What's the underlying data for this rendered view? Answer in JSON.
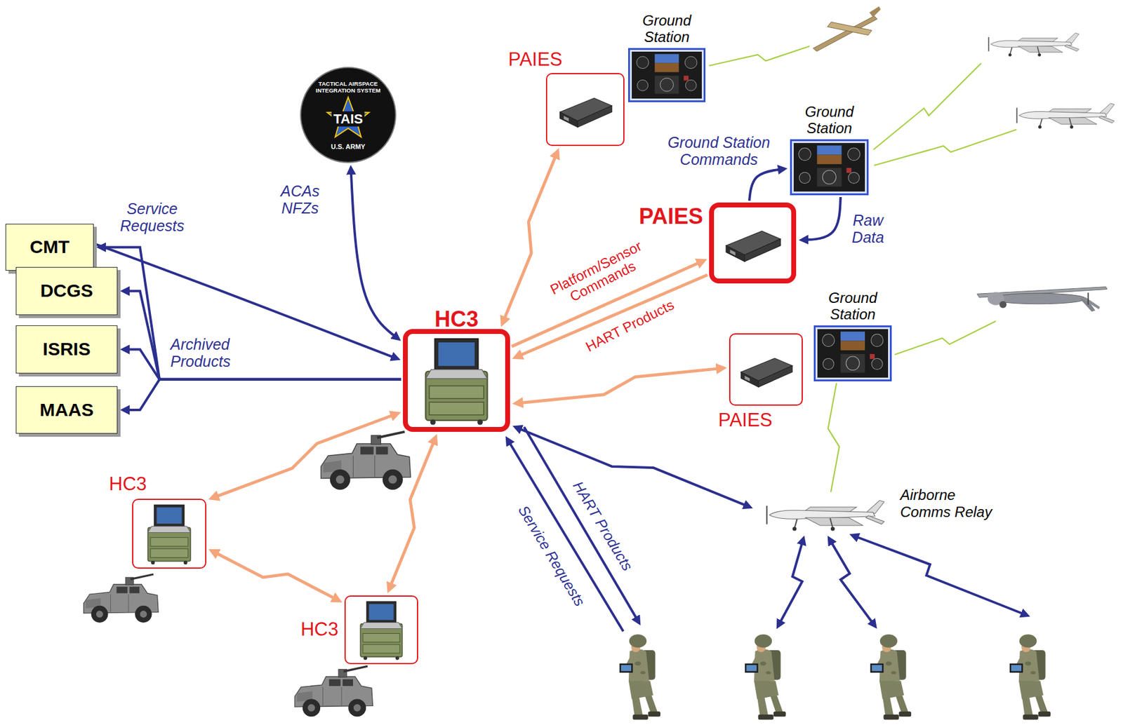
{
  "diagram": {
    "nodes": [
      {
        "text": [
          "TACTICAL AIRSPACE INTEGRATION SYSTEM",
          "TAIS",
          "U.S. ARMY"
        ]
      },
      {
        "text": [
          "CMT"
        ]
      },
      {
        "text": [
          "DCGS"
        ]
      },
      {
        "text": [
          "ISRIS"
        ]
      },
      {
        "text": [
          "MAAS"
        ]
      },
      {
        "text": [
          "HC3"
        ]
      },
      {
        "text": [
          "PAIES"
        ]
      },
      {
        "text": [
          "Ground Station"
        ]
      },
      {
        "text": [
          "Ground Station"
        ]
      },
      {
        "text": [
          "PAIES"
        ]
      },
      {
        "text": [
          "Ground Station"
        ]
      },
      {
        "text": [
          "PAIES"
        ]
      },
      {
        "text": [
          "HC3"
        ]
      },
      {
        "text": [
          "HC3"
        ]
      },
      {
        "text": [
          "Airborne Comms Relay"
        ]
      }
    ],
    "edges": [
      {
        "from": 0,
        "to": 5,
        "arrow": "both",
        "label": "ACAs NFZs"
      },
      {
        "from": 1,
        "to": 5,
        "arrow": "to",
        "label": "Service Requests"
      },
      {
        "from": 5,
        "to": 1,
        "arrow": "to",
        "label": "Archived Products"
      },
      {
        "from": 5,
        "to": 2,
        "arrow": "to"
      },
      {
        "from": 5,
        "to": 3,
        "arrow": "to"
      },
      {
        "from": 5,
        "to": 4,
        "arrow": "to"
      },
      {
        "from": 5,
        "to": 6,
        "arrow": "both"
      },
      {
        "from": 5,
        "to": 9,
        "arrow": "to",
        "label": "Platform/Sensor Commands"
      },
      {
        "from": 9,
        "to": 5,
        "arrow": "to",
        "label": "HART Products"
      },
      {
        "from": 9,
        "to": 8,
        "arrow": "to",
        "label": "Ground Station Commands"
      },
      {
        "from": 8,
        "to": 9,
        "arrow": "to",
        "label": "Raw Data"
      },
      {
        "from": 5,
        "to": 11,
        "arrow": "both"
      },
      {
        "from": 5,
        "to": 12,
        "arrow": "both"
      },
      {
        "from": 12,
        "to": 13,
        "arrow": "both"
      },
      {
        "from": 5,
        "to": 13,
        "arrow": "both"
      },
      {
        "from": 5,
        "to": 14,
        "arrow": "both"
      },
      {
        "from": 14,
        "to": 10,
        "arrow": "none"
      }
    ],
    "labels": [
      "HART Products",
      "Service Requests"
    ]
  }
}
